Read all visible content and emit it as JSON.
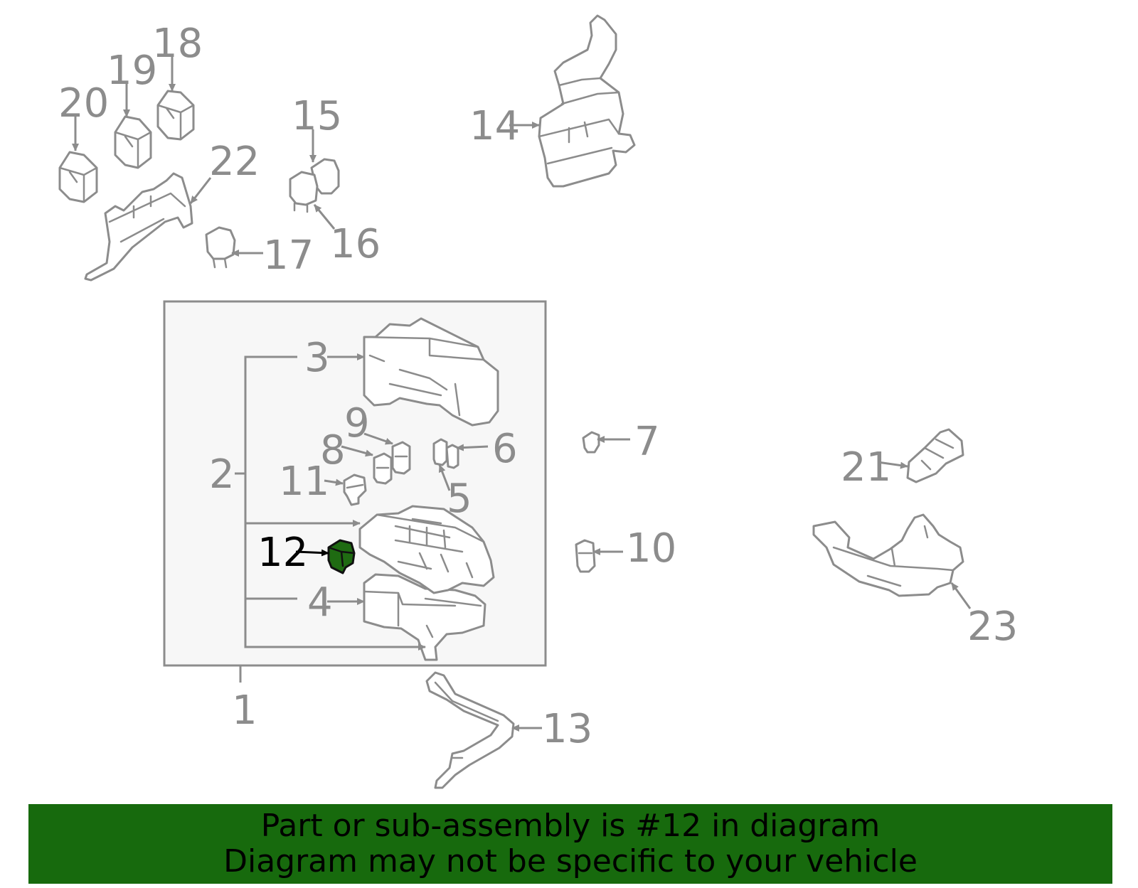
{
  "diagram": {
    "highlighted_part": "12",
    "highlight_color": "#1f6b12",
    "callouts": {
      "c1": "1",
      "c2": "2",
      "c3": "3",
      "c4": "4",
      "c5": "5",
      "c6": "6",
      "c7": "7",
      "c8": "8",
      "c9": "9",
      "c10": "10",
      "c11": "11",
      "c12": "12",
      "c13": "13",
      "c14": "14",
      "c15": "15",
      "c16": "16",
      "c17": "17",
      "c18": "18",
      "c19": "19",
      "c20": "20",
      "c21": "21",
      "c22": "22",
      "c23": "23"
    }
  },
  "banner": {
    "background_color": "#176a0d",
    "line1": "Part or sub-assembly is #12 in diagram",
    "line2": "Diagram may not be specific to your vehicle"
  }
}
